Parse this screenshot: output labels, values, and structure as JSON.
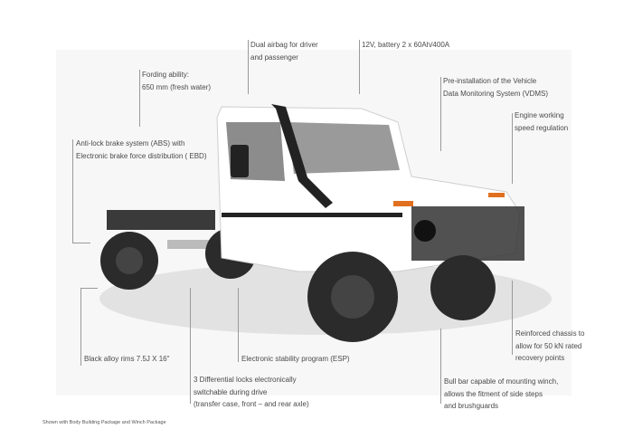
{
  "callouts": {
    "airbag": [
      "Dual airbag for driver",
      "and passenger"
    ],
    "battery": [
      "12V, battery 2 x 60Ah/400A"
    ],
    "fording": [
      "Fording ability:",
      "650 mm (fresh water)"
    ],
    "vdms": [
      "Pre-installation of the Vehicle",
      "Data Monitoring System (VDMS)"
    ],
    "engine": [
      "Engine working",
      "speed regulation"
    ],
    "abs": [
      "Anti-lock brake system (ABS) with",
      "Electronic brake force distribution ( EBD)"
    ],
    "rims": [
      "Black alloy rims 7.5J X 16\""
    ],
    "esp": [
      "Electronic stability program (ESP)"
    ],
    "diff": [
      "3 Differential locks electronically",
      "switchable during drive",
      "(transfer case, front – and rear axle)"
    ],
    "chassis": [
      "Reinforced chassis to",
      "allow for 50 kN rated",
      "recovery points"
    ],
    "bullbar": [
      "Bull bar capable of mounting winch,",
      "allows the fitment of side steps",
      "and brushguards"
    ]
  },
  "footnote": "Shown with Body Building Package and Winch Package"
}
